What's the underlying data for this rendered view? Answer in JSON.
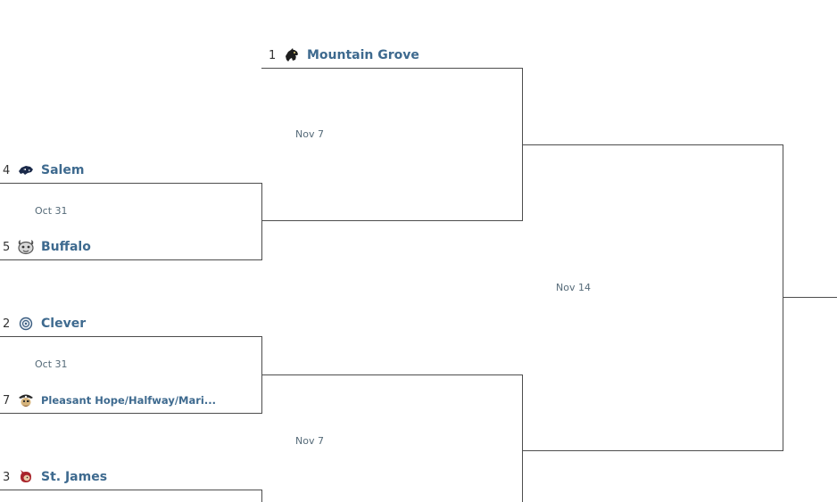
{
  "bracket": {
    "teams": {
      "mountain_grove": {
        "seed": "1",
        "name": "Mountain Grove"
      },
      "salem": {
        "seed": "4",
        "name": "Salem"
      },
      "buffalo": {
        "seed": "5",
        "name": "Buffalo"
      },
      "clever": {
        "seed": "2",
        "name": "Clever"
      },
      "pleasant_hope": {
        "seed": "7",
        "name": "Pleasant Hope/Halfway/Mari..."
      },
      "st_james": {
        "seed": "3",
        "name": "St. James"
      }
    },
    "dates": {
      "qf_top": "Oct 31",
      "qf_bottom": "Oct 31",
      "sf_top": "Nov 7",
      "sf_bottom": "Nov 7",
      "final": "Nov 14"
    },
    "icons": {
      "mountain_grove": "panther-logo-icon",
      "salem": "tiger-logo-icon",
      "buffalo": "bison-logo-icon",
      "clever": "bluejay-logo-icon",
      "pleasant_hope": "pirate-logo-icon",
      "st_james": "indian-logo-icon"
    },
    "colors": {
      "team_link": "#3e6a8f",
      "date_text": "#556a78",
      "bracket_line": "#4d4d4d"
    }
  }
}
